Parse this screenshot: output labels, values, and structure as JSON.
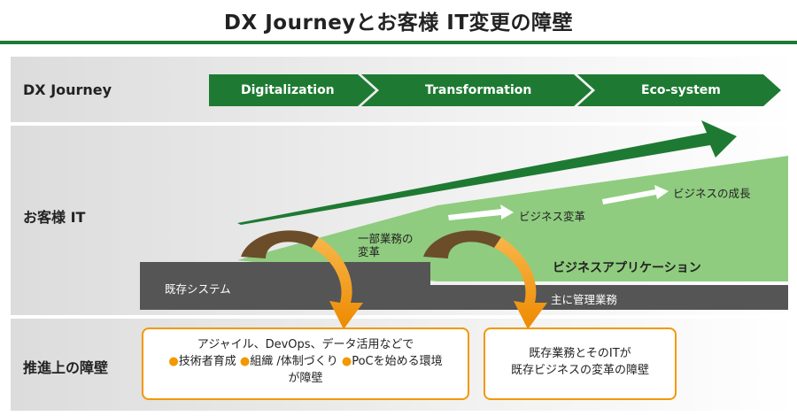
{
  "title": "DX Journeyとお客様 IT変更の障壁",
  "rows": {
    "journey": "DX Journey",
    "it": "お客様 IT",
    "barrier": "推進上の障壁"
  },
  "phases": [
    "Digitalization",
    "Transformation",
    "Eco-system"
  ],
  "layers": {
    "existing_system": "既存システム",
    "business_app": "ビジネスアプリケーション",
    "core_business": "主に管理業務"
  },
  "labels": {
    "partial_change_line1": "一部業務の",
    "partial_change_line2": "変革",
    "business_transform": "ビジネス変革",
    "business_growth": "ビジネスの成長"
  },
  "barrier_left": {
    "line1": "アジャイル、DevOps、データ活用などで",
    "item1": "技術者育成",
    "item2": "組織 /体制づくり",
    "item3": "PoCを始める環境",
    "line3": "が障壁"
  },
  "barrier_right": {
    "line1": "既存業務とそのITが",
    "line2": "既存ビジネスの変革の障壁"
  },
  "bullet": "●",
  "colors": {
    "green_dark": "#1e7a32",
    "green_light": "#8fcc7f",
    "gray_dark": "#555555",
    "orange": "#f39800",
    "brown": "#6b4d2a"
  }
}
